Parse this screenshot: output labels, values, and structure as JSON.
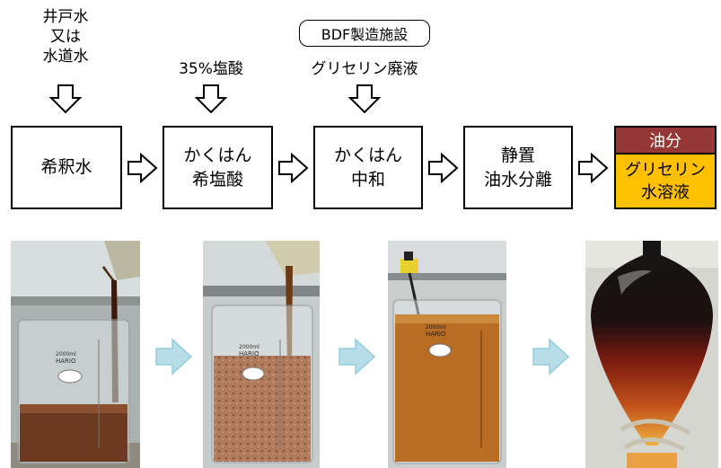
{
  "inputs": {
    "water": [
      "井戸水",
      "又は",
      "水道水"
    ],
    "acid": "35%塩酸",
    "facility": "BDF製造施設",
    "waste": "グリセリン廃液"
  },
  "steps": [
    {
      "lines": [
        "希釈水"
      ]
    },
    {
      "lines": [
        "かくはん",
        "希塩酸"
      ]
    },
    {
      "lines": [
        "かくはん",
        "中和"
      ]
    },
    {
      "lines": [
        "静置",
        "油水分離"
      ]
    }
  ],
  "result": {
    "oil": "油分",
    "glycerin": [
      "グリセリン",
      "水溶液"
    ]
  },
  "colors": {
    "oil_bg": "#953735",
    "glycerin_bg": "#ffc000",
    "photo_arrow": "#b7dde8",
    "photo_arrow_stroke": "#93cddd"
  },
  "photos": [
    {
      "scale_label": "2000ml",
      "brand": "HARIO"
    },
    {
      "scale_label": "2000ml",
      "brand": "HARIO"
    },
    {
      "scale_label": "2000ml",
      "brand": "HARIO"
    },
    {
      "scale_label": ""
    }
  ]
}
